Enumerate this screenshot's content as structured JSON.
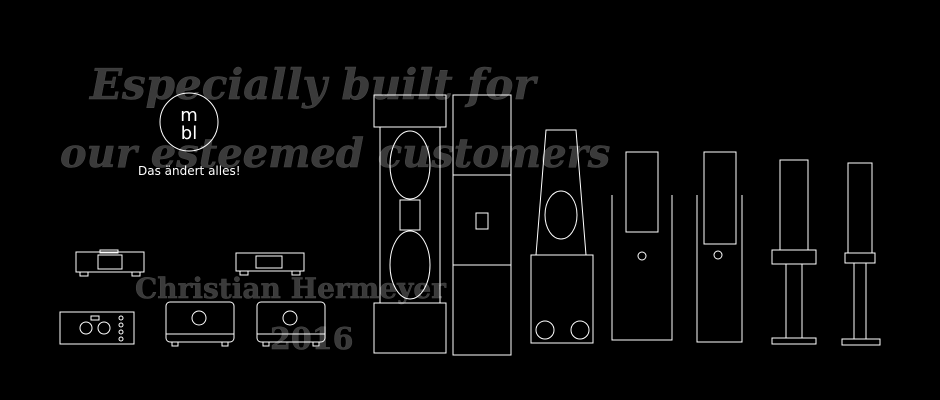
{
  "watermark": {
    "line1": "Especially built for",
    "line2": "our esteemed customers",
    "signature": "Christian Hermeyer",
    "year": "2016"
  },
  "brand": {
    "logo": "mbl",
    "tagline": "Das ändert alles!"
  },
  "colors": {
    "background": "#000000",
    "line": "#ffffff",
    "watermark": "#2a2a2a"
  }
}
